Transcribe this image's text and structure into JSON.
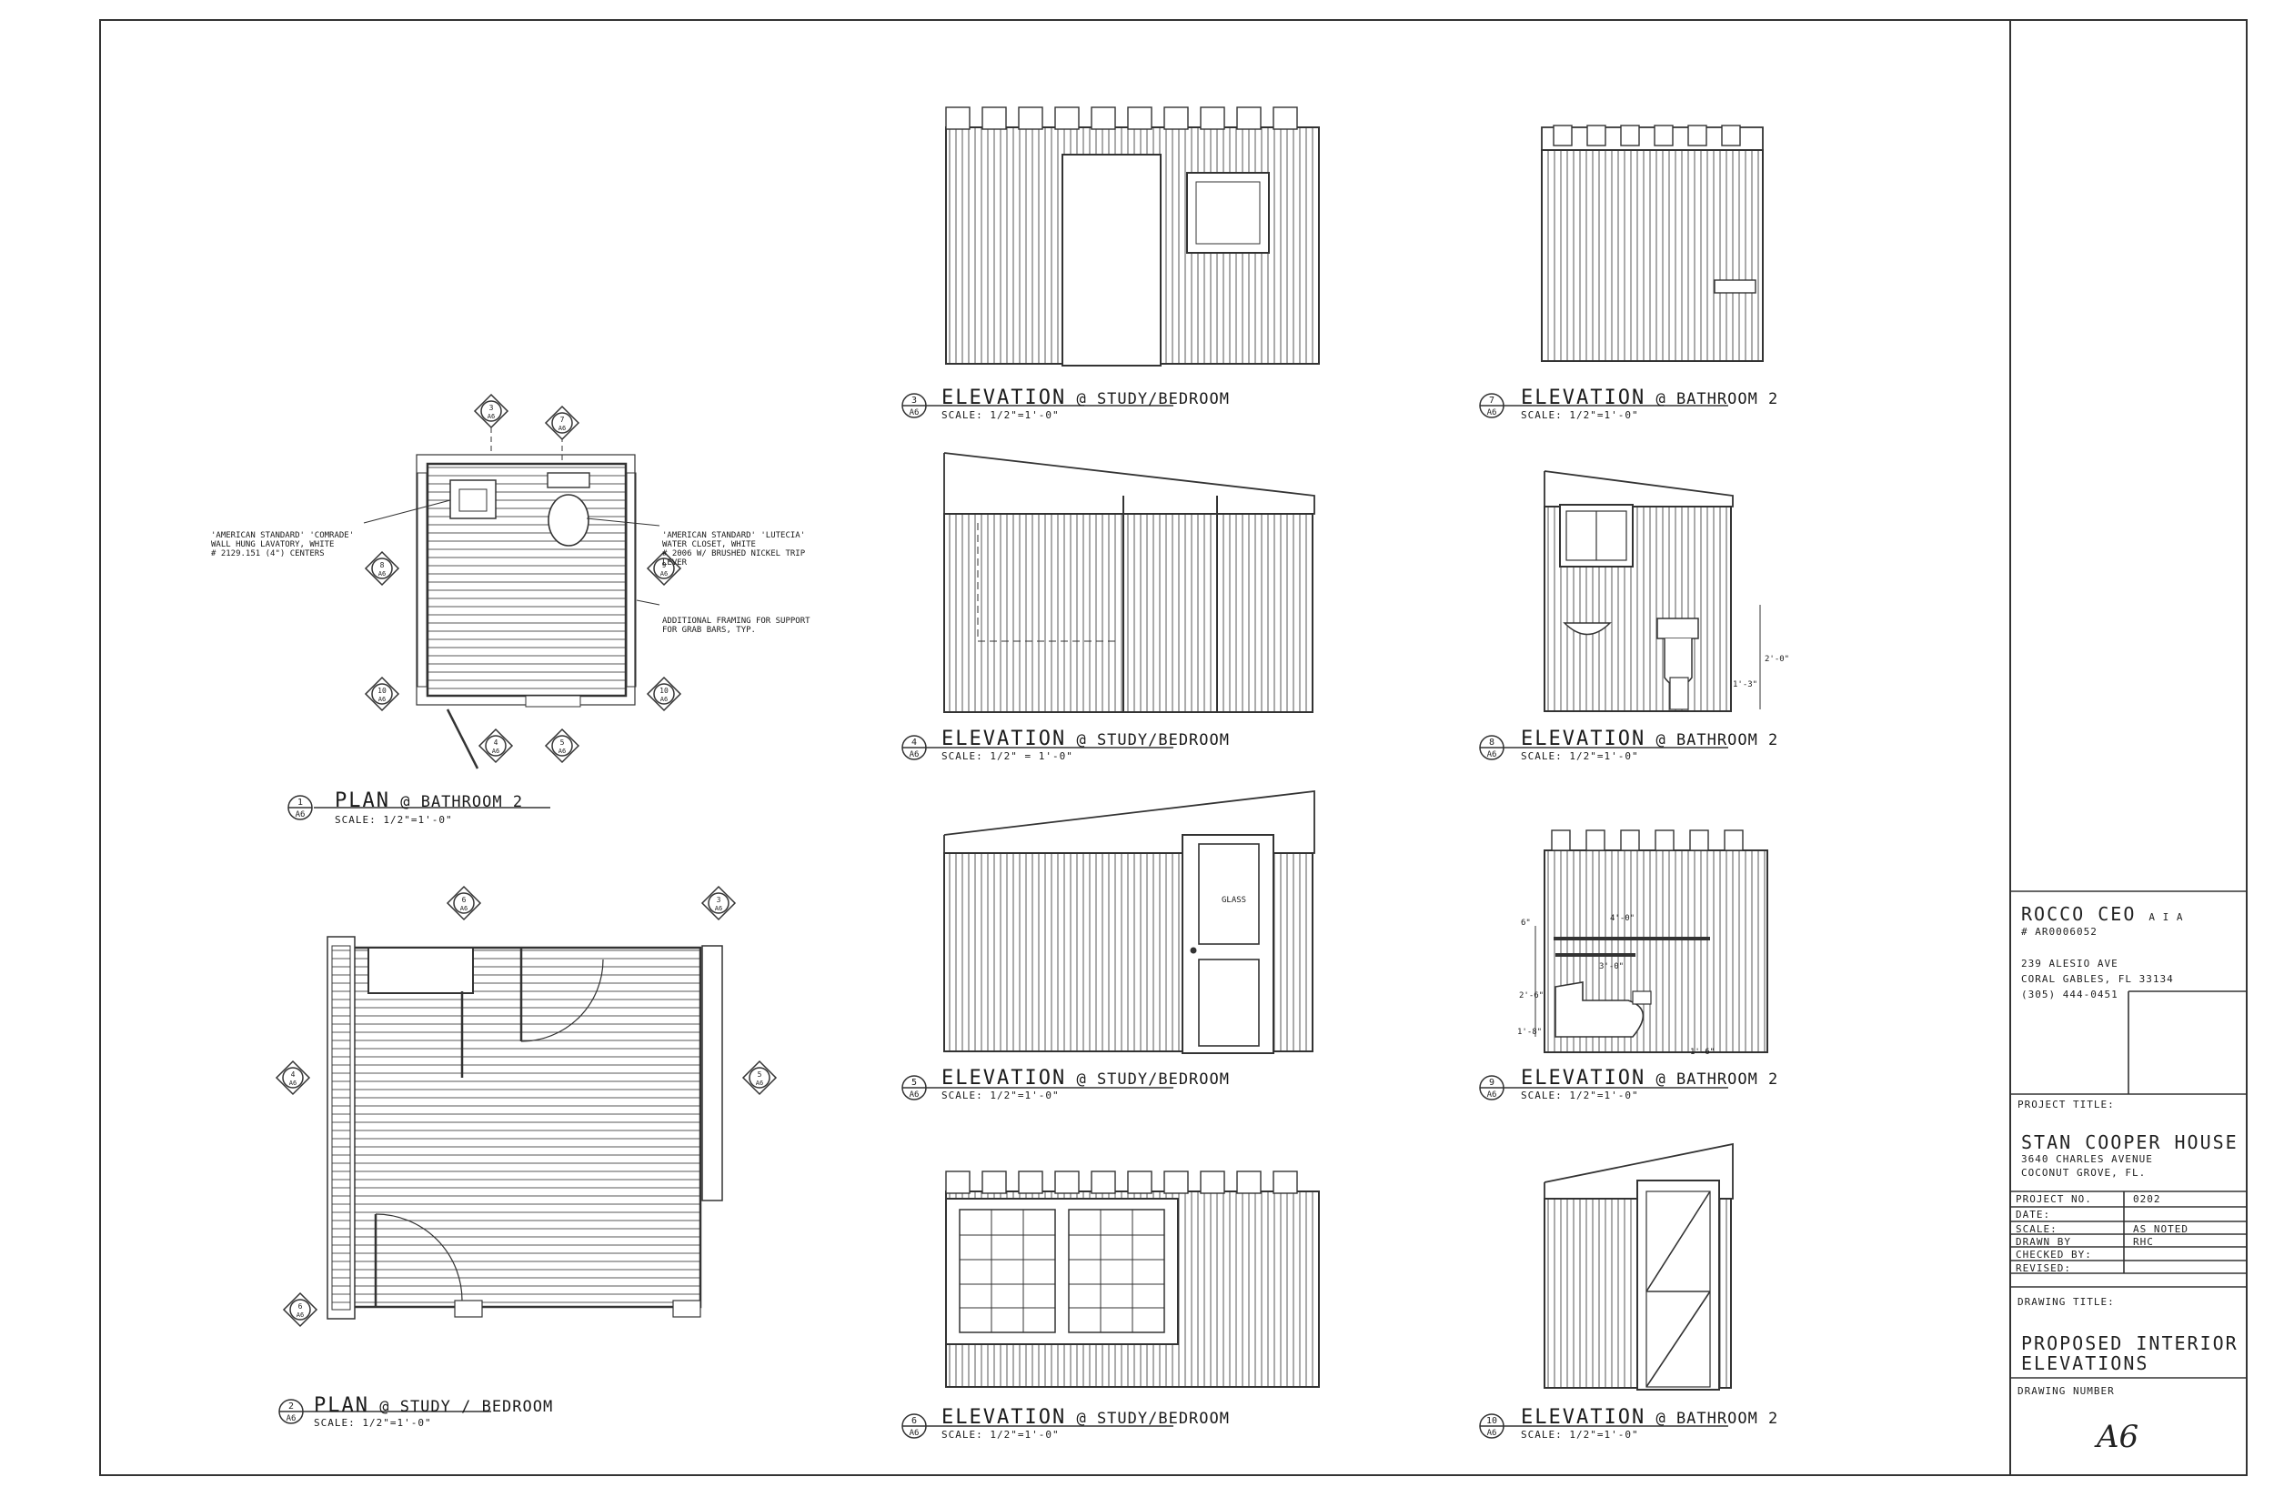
{
  "sheet": {
    "drawing_number": "A6",
    "drawing_number_label": "DRAWING NUMBER",
    "drawing_title_label": "DRAWING TITLE:",
    "drawing_title": [
      "PROPOSED INTERIOR",
      "ELEVATIONS"
    ],
    "architect": {
      "name": "ROCCO CEO",
      "suffix": "A I A",
      "license": "# AR0006052",
      "address1": "239 ALESIO AVE",
      "address2": "CORAL GABLES, FL 33134",
      "phone": "(305) 444-0451"
    },
    "project_title_label": "PROJECT TITLE:",
    "project": {
      "name": "STAN COOPER HOUSE",
      "address1": "3640 CHARLES AVENUE",
      "address2": "COCONUT GROVE, FL."
    },
    "info_rows": [
      {
        "label": "PROJECT NO.",
        "value": "0202"
      },
      {
        "label": "DATE:",
        "value": ""
      },
      {
        "label": "SCALE:",
        "value": "AS NOTED"
      },
      {
        "label": "DRAWN BY",
        "value": "RHC"
      },
      {
        "label": "CHECKED BY:",
        "value": ""
      },
      {
        "label": "REVISED:",
        "value": ""
      }
    ]
  },
  "views": [
    {
      "num": "1",
      "sheet": "A6",
      "title": "PLAN",
      "loc": "BATHROOM 2",
      "scale": "SCALE: 1/2\"=1'-0\""
    },
    {
      "num": "2",
      "sheet": "A6",
      "title": "PLAN",
      "loc": "STUDY / BEDROOM",
      "scale": "SCALE: 1/2\"=1'-0\""
    },
    {
      "num": "3",
      "sheet": "A6",
      "title": "ELEVATION",
      "loc": "STUDY/BEDROOM",
      "scale": "SCALE: 1/2\"=1'-0\""
    },
    {
      "num": "4",
      "sheet": "A6",
      "title": "ELEVATION",
      "loc": "STUDY/BEDROOM",
      "scale": "SCALE: 1/2\" = 1'-0\""
    },
    {
      "num": "5",
      "sheet": "A6",
      "title": "ELEVATION",
      "loc": "STUDY/BEDROOM",
      "scale": "SCALE: 1/2\"=1'-0\""
    },
    {
      "num": "6",
      "sheet": "A6",
      "title": "ELEVATION",
      "loc": "STUDY/BEDROOM",
      "scale": "SCALE: 1/2\"=1'-0\""
    },
    {
      "num": "7",
      "sheet": "A6",
      "title": "ELEVATION",
      "loc": "BATHROOM 2",
      "scale": "SCALE: 1/2\"=1'-0\""
    },
    {
      "num": "8",
      "sheet": "A6",
      "title": "ELEVATION",
      "loc": "BATHROOM 2",
      "scale": "SCALE: 1/2\"=1'-0\""
    },
    {
      "num": "9",
      "sheet": "A6",
      "title": "ELEVATION",
      "loc": "BATHROOM 2",
      "scale": "SCALE: 1/2\"=1'-0\""
    },
    {
      "num": "10",
      "sheet": "A6",
      "title": "ELEVATION",
      "loc": "BATHROOM 2",
      "scale": "SCALE: 1/2\"=1'-0\""
    }
  ],
  "notes": {
    "lavatory": [
      "'AMERICAN STANDARD' 'COMRADE'",
      "WALL HUNG LAVATORY, WHITE",
      "# 2129.151 (4\") CENTERS"
    ],
    "water_closet": [
      "'AMERICAN STANDARD' 'LUTECIA'",
      "WATER CLOSET, WHITE",
      "# 2006 W/ BRUSHED NICKEL TRIP",
      "LEVER"
    ],
    "framing": [
      "ADDITIONAL FRAMING FOR SUPPORT",
      "FOR GRAB BARS, TYP."
    ],
    "glass": "GLASS"
  },
  "dims": {
    "d1": "6\"",
    "d2": "4'-0\"",
    "d3": "3'-0\"",
    "d4": "2'-6\"",
    "d5": "1'-8\"",
    "d6": "1'-6\"",
    "d7": "2'-0\"",
    "d8": "1'-3\""
  },
  "bubbles": [
    {
      "num": "3",
      "sheet": "A6"
    },
    {
      "num": "7",
      "sheet": "A6"
    },
    {
      "num": "8",
      "sheet": "A6"
    },
    {
      "num": "10",
      "sheet": "A6"
    },
    {
      "num": "9",
      "sheet": "A6"
    },
    {
      "num": "10",
      "sheet": "A6"
    },
    {
      "num": "4",
      "sheet": "A6"
    },
    {
      "num": "5",
      "sheet": "A6"
    },
    {
      "num": "6",
      "sheet": "A6"
    },
    {
      "num": "3",
      "sheet": "A6"
    },
    {
      "num": "4",
      "sheet": "A6"
    },
    {
      "num": "5",
      "sheet": "A6"
    },
    {
      "num": "6",
      "sheet": "A6"
    }
  ]
}
